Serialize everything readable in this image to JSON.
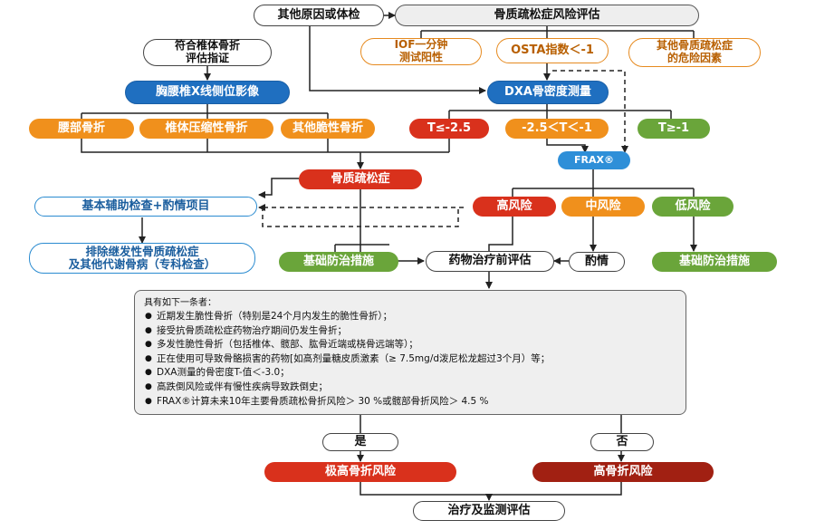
{
  "nodes": {
    "other_cause": "其他原因或体检",
    "risk_assessment": "骨质疏松症风险评估",
    "iof_test": "IOF一分钟\n测试阳性",
    "osta_index": "OSTA指数＜-1",
    "other_risk_factors": "其他骨质疏松症\n的危险因素",
    "vertebral_criteria": "符合椎体骨折\n评估指证",
    "spine_xray": "胸腰椎X线侧位影像",
    "dxa": "DXA骨密度测量",
    "lumbar_fracture": "腰部骨折",
    "vertebral_compression": "椎体压缩性骨折",
    "other_fragility": "其他脆性骨折",
    "t_low": "T≤-2.5",
    "t_mid": "-2.5＜T＜-1",
    "t_high": "T≥-1",
    "frax": "FRAX®",
    "osteoporosis": "骨质疏松症",
    "basic_exam": "基本辅助检查+酌情项目",
    "high_risk": "高风险",
    "mid_risk": "中风险",
    "low_risk": "低风险",
    "exclude_secondary": "排除继发性骨质疏松症\n及其他代谢骨病（专科检查）",
    "basic_prevention_left": "基础防治措施",
    "pre_treatment": "药物治疗前评估",
    "discretion": "酌情",
    "basic_prevention_right": "基础防治措施",
    "yes": "是",
    "no": "否",
    "very_high_risk": "极高骨折风险",
    "high_fracture_risk": "高骨折风险",
    "treatment_monitoring": "治疗及监测评估"
  },
  "criteria": {
    "heading": "具有如下一条者：",
    "items": [
      "近期发生脆性骨折（特别是24个月内发生的脆性骨折）；",
      "接受抗骨质疏松症药物治疗期间仍发生骨折；",
      "多发性脆性骨折（包括椎体、髋部、肱骨近端或桡骨远端等）；",
      "正在使用可导致骨骼损害的药物[如高剂量糖皮质激素（≥ 7.5mg/d泼尼松龙超过3个月）等；",
      "DXA测量的骨密度T-值＜-3.0；",
      "高跌倒风险或伴有慢性疾病导致跌倒史；",
      "FRAX®计算未来10年主要骨质疏松骨折风险＞ 30 %或髋部骨折风险＞ 4.5 %"
    ]
  },
  "colors": {
    "orange": "#f0901c",
    "blue": "#1f6fc0",
    "red": "#d9311c",
    "dark_red": "#a12012",
    "green": "#6aa53a"
  }
}
